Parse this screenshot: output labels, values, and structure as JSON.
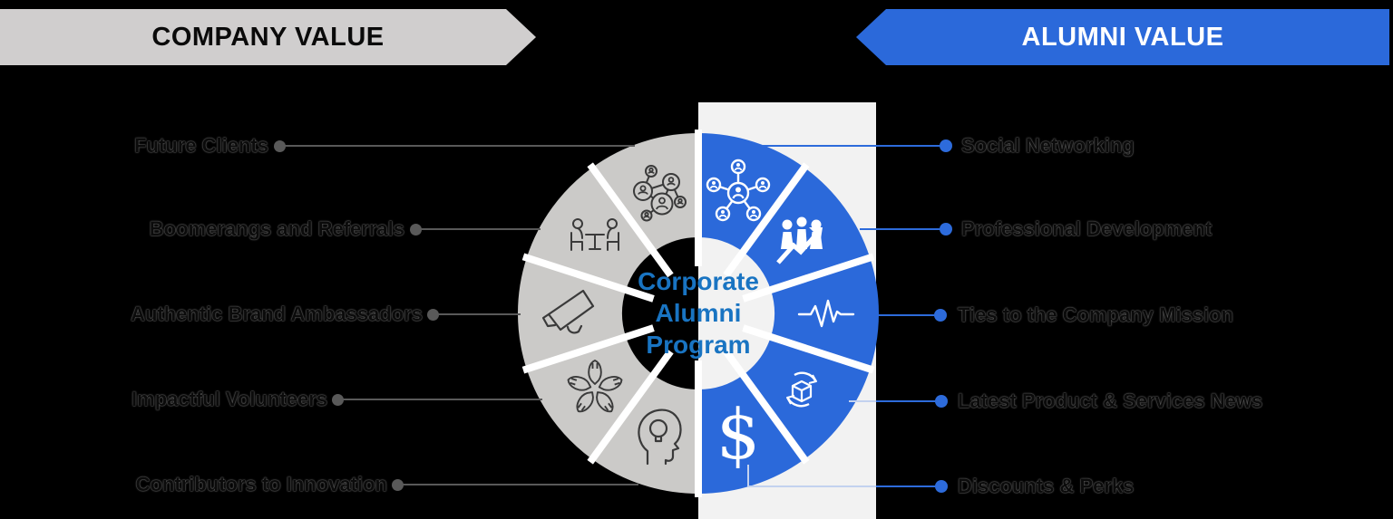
{
  "banners": {
    "left": {
      "label": "COMPANY VALUE"
    },
    "right": {
      "label": "ALUMNI VALUE"
    }
  },
  "center": {
    "line1": "Corporate",
    "line2": "Alumni",
    "line3": "Program"
  },
  "company_items": [
    {
      "label": "Future Clients",
      "icon": "people-network-icon"
    },
    {
      "label": "Boomerangs and Referrals",
      "icon": "interview-table-icon"
    },
    {
      "label": "Authentic Brand Ambassadors",
      "icon": "megaphone-icon"
    },
    {
      "label": "Impactful Volunteers",
      "icon": "hands-together-icon"
    },
    {
      "label": "Contributors to Innovation",
      "icon": "idea-head-icon"
    }
  ],
  "alumni_items": [
    {
      "label": "Social Networking",
      "icon": "social-hub-icon"
    },
    {
      "label": "Professional  Development",
      "icon": "growth-people-icon"
    },
    {
      "label": "Ties to the Company Mission",
      "icon": "heartbeat-icon"
    },
    {
      "label": "Latest Product & Services  News",
      "icon": "product-cycle-icon"
    },
    {
      "label": "Discounts & Perks",
      "icon": "dollar-icon"
    }
  ],
  "colors": {
    "company_segment": "#CBCAC8",
    "alumni_segment": "#2B69DA",
    "separator": "#FFFFFF",
    "band": "#F2F2F2",
    "banner_left_bg": "#D0CECE",
    "banner_right_bg": "#2B69DA",
    "connector_left": "#595959",
    "connector_right": "#2D6BDB",
    "center_text": "#1974C2"
  }
}
